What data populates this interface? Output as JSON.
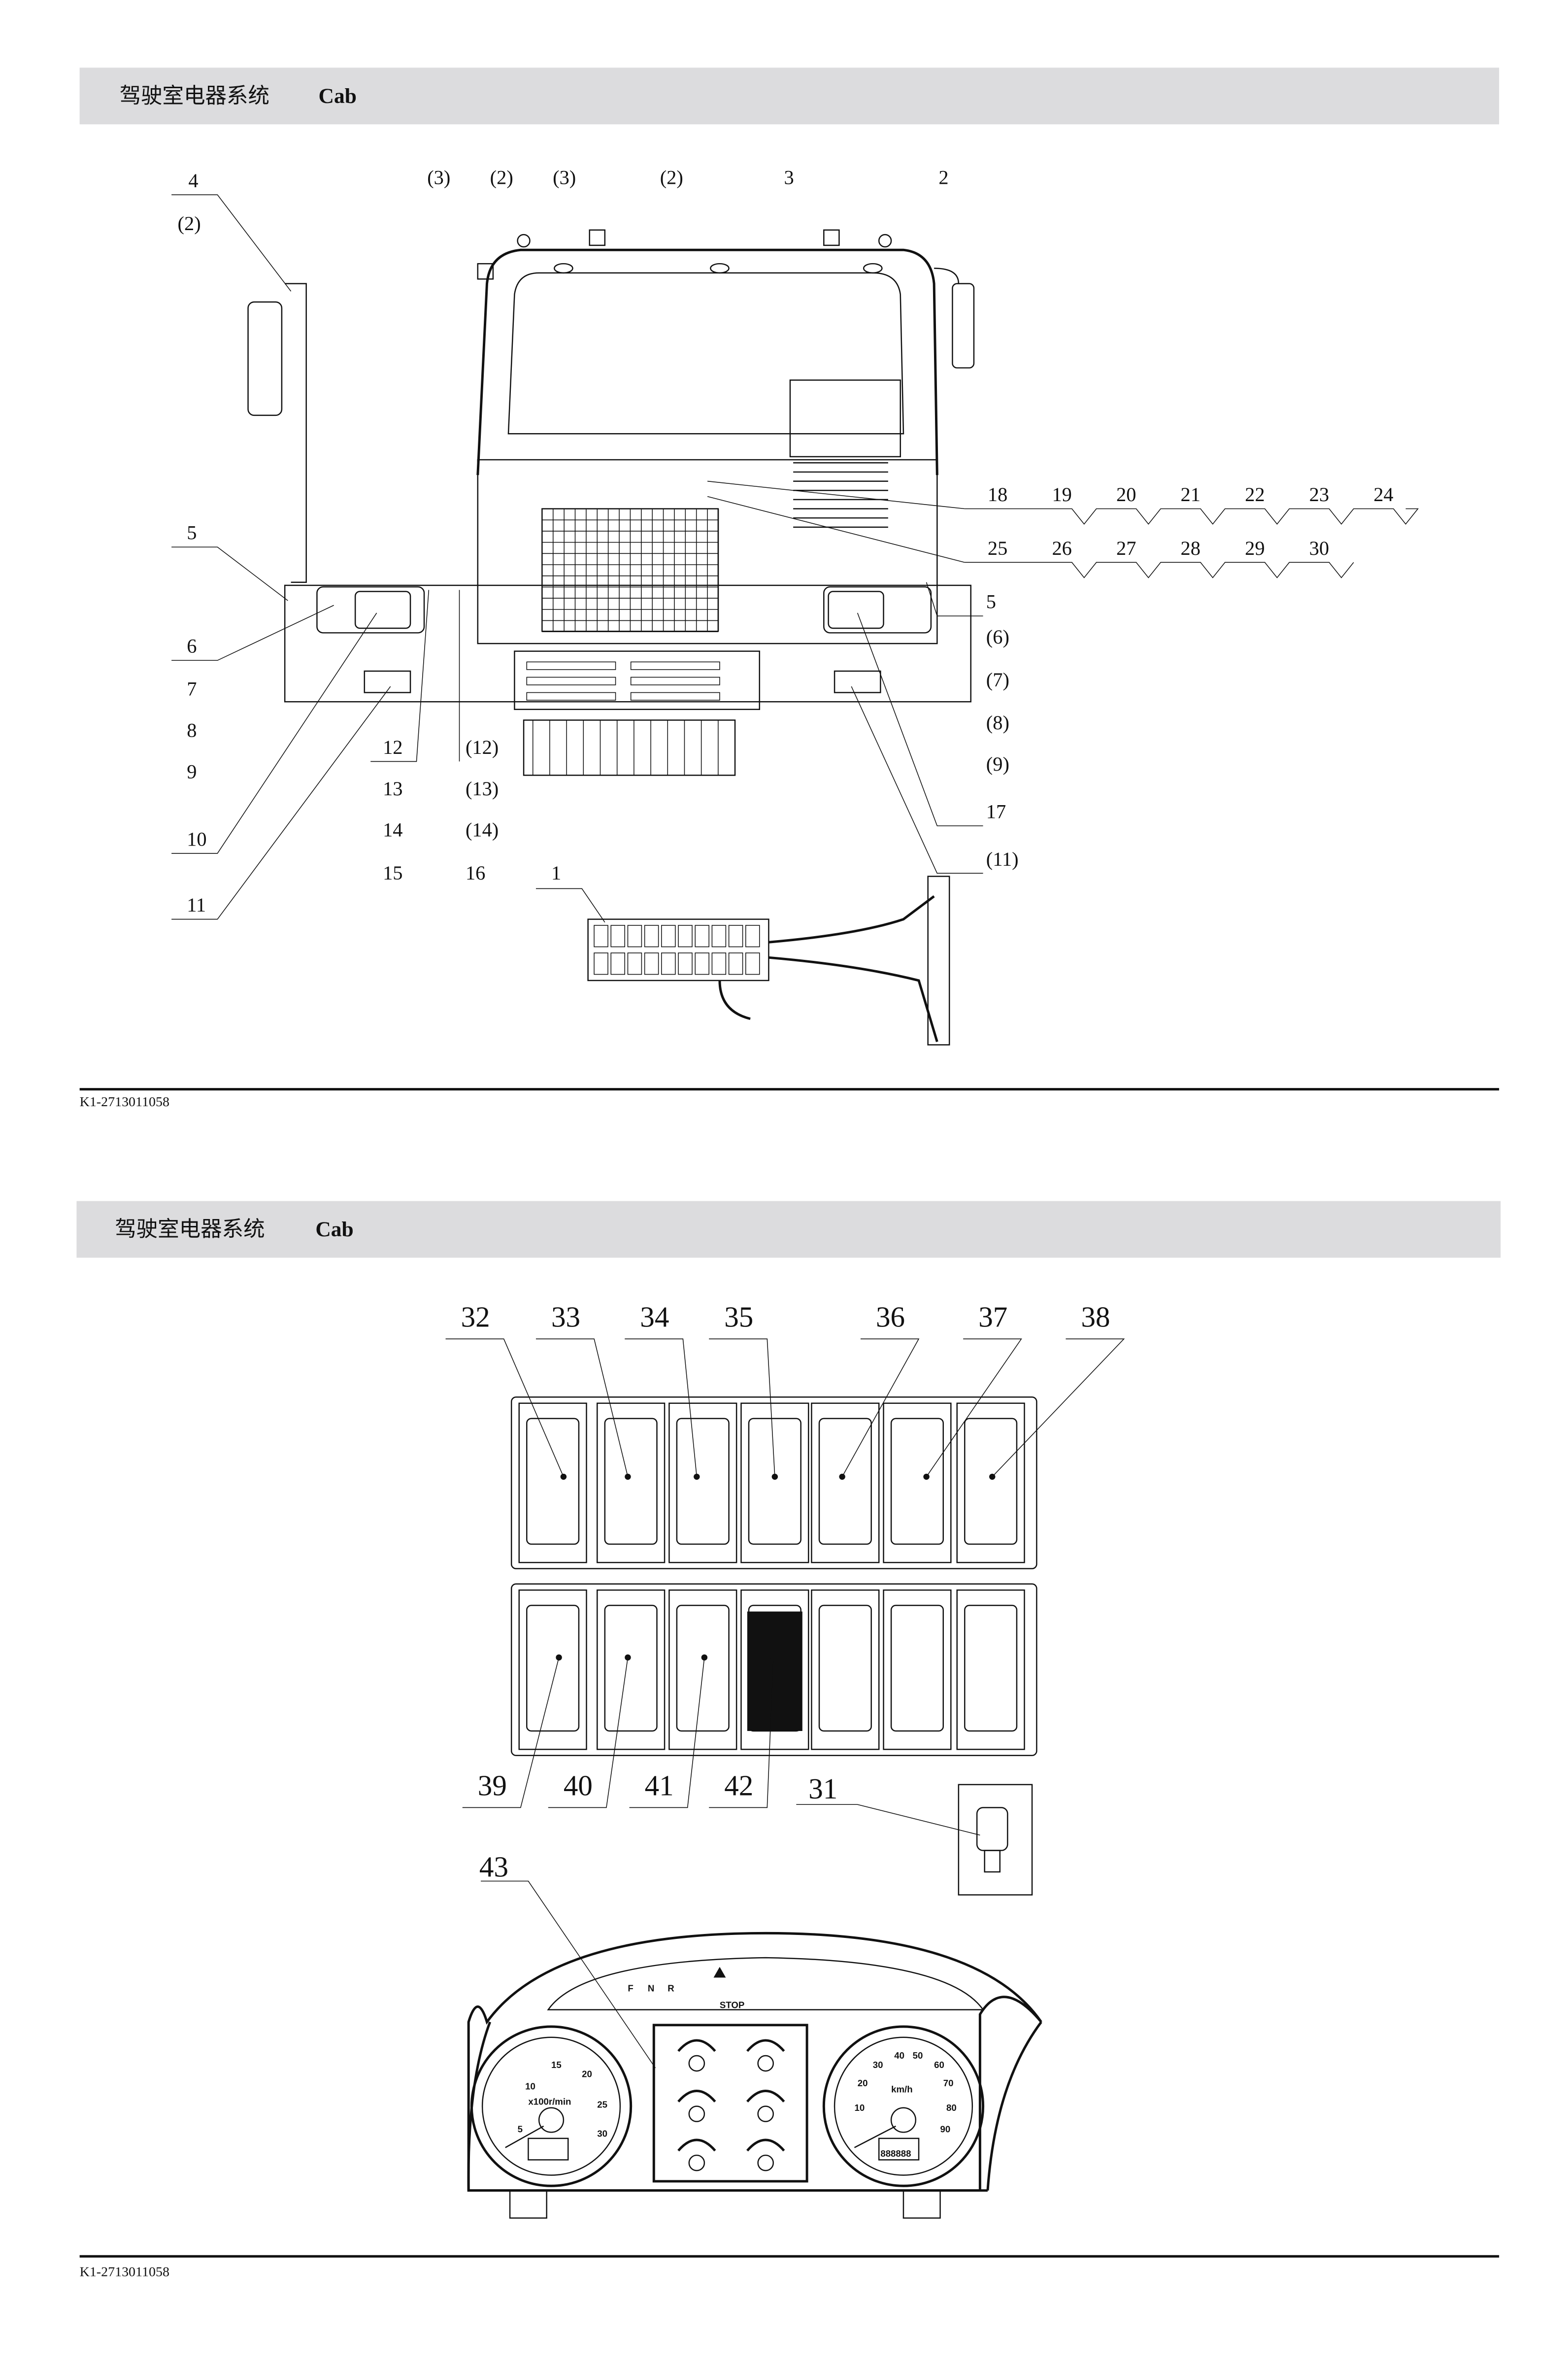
{
  "pages": [
    {
      "header": {
        "title_cn": "驾驶室电器系统",
        "title_en": "Cab"
      },
      "callouts_top": [
        "(3)",
        "(2)",
        "(3)",
        "(2)",
        "3",
        "2"
      ],
      "callouts_mirror": [
        "4",
        "(2)"
      ],
      "callouts_row1": [
        "18",
        "19",
        "20",
        "21",
        "22",
        "23",
        "24"
      ],
      "callouts_row2": [
        "25",
        "26",
        "27",
        "28",
        "29",
        "30"
      ],
      "callouts_left": [
        "5",
        "6",
        "7",
        "8",
        "9",
        "10",
        "11"
      ],
      "callouts_mid_a": [
        "12",
        "13",
        "14",
        "15"
      ],
      "callouts_mid_b": [
        "(12)",
        "(13)",
        "(14)",
        "16"
      ],
      "callouts_right": [
        "5",
        "(6)",
        "(7)",
        "(8)",
        "(9)",
        "17",
        "(11)"
      ],
      "callout_harness": "1",
      "footer": "K1-2713011058"
    },
    {
      "header": {
        "title_cn": "驾驶室电器系统",
        "title_en": "Cab"
      },
      "callouts_switch_top": [
        "32",
        "33",
        "34",
        "35",
        "36",
        "37",
        "38"
      ],
      "callouts_switch_bottom": [
        "39",
        "40",
        "41",
        "42",
        "31"
      ],
      "callout_cluster": "43",
      "cluster": {
        "indicators": [
          "F",
          "N",
          "R",
          "STOP"
        ],
        "tach_ticks": [
          "5",
          "10",
          "15",
          "20",
          "25",
          "30"
        ],
        "tach_unit": "x100r/min",
        "speed_ticks": [
          "10",
          "20",
          "30",
          "40",
          "50",
          "60",
          "70",
          "80",
          "90"
        ],
        "speed_unit": "km/h",
        "odometer": "888888"
      },
      "footer": "K1-2713011058"
    }
  ]
}
